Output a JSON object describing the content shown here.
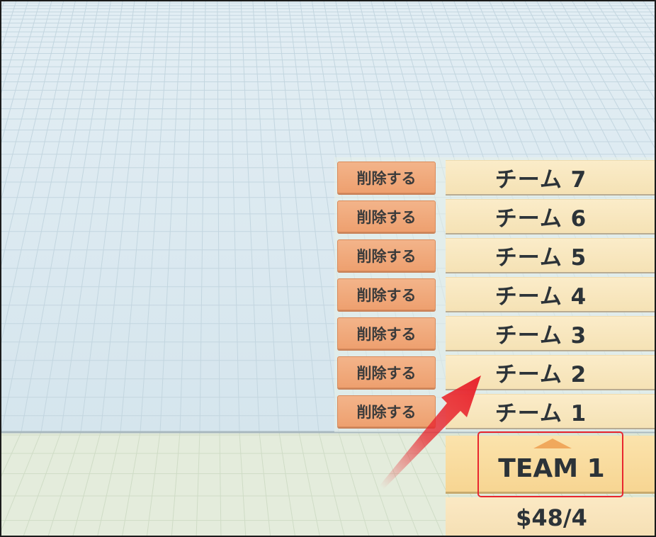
{
  "teams": [
    {
      "name": "チーム 7",
      "delete_label": "削除する"
    },
    {
      "name": "チーム 6",
      "delete_label": "削除する"
    },
    {
      "name": "チーム 5",
      "delete_label": "削除する"
    },
    {
      "name": "チーム 4",
      "delete_label": "削除する"
    },
    {
      "name": "チーム 3",
      "delete_label": "削除する"
    },
    {
      "name": "チーム 2",
      "delete_label": "削除する"
    },
    {
      "name": "チーム 1",
      "delete_label": "削除する"
    }
  ],
  "current_team": {
    "label": "TEAM 1",
    "icon": "caret-up-icon"
  },
  "money": {
    "label": "$48/4"
  },
  "colors": {
    "delete_button": "#eea06f",
    "team_row": "#f5e2b5",
    "current_team": "#f7d592",
    "highlight": "#e8262e",
    "arrow": "#e8262e"
  }
}
